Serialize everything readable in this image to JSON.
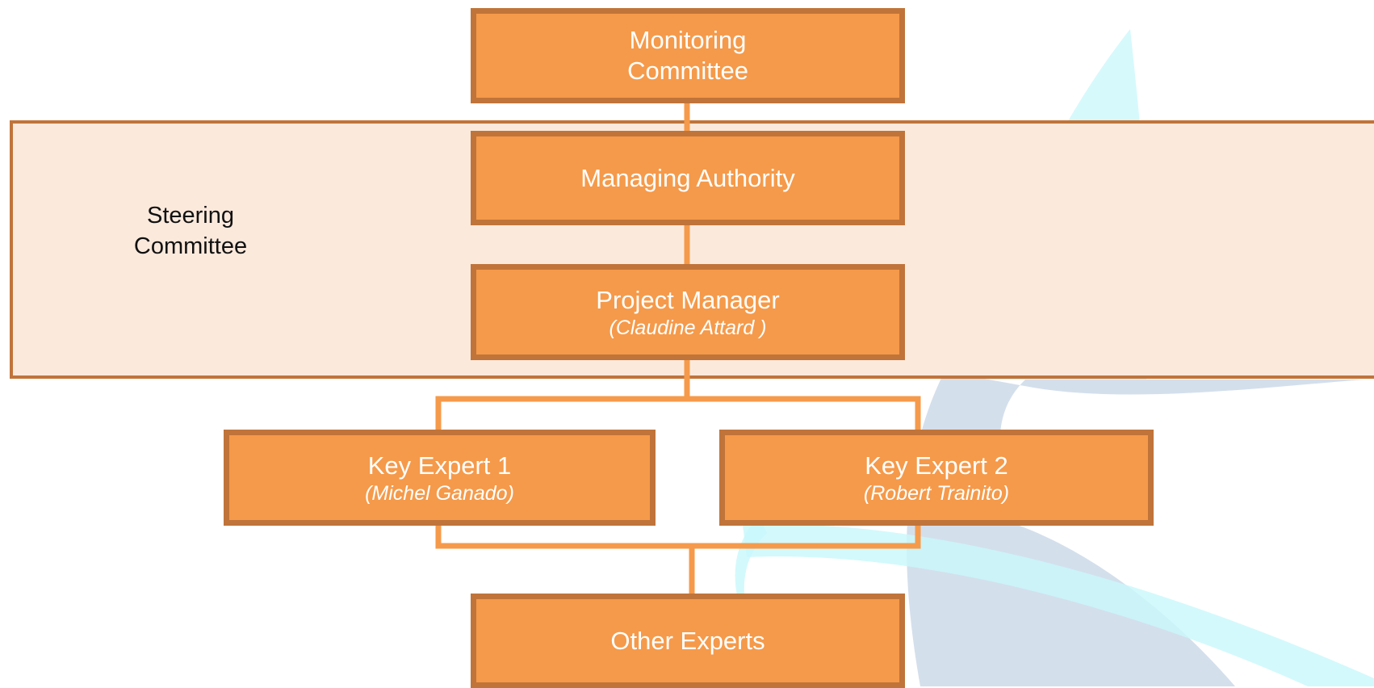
{
  "diagram": {
    "type": "org-chart",
    "steering_group": {
      "label": "Steering\nCommittee"
    },
    "nodes": {
      "monitoring": {
        "title": "Monitoring\nCommittee"
      },
      "managing": {
        "title": "Managing Authority"
      },
      "pm": {
        "title": "Project Manager",
        "subtitle": "(Claudine Attard )"
      },
      "ke1": {
        "title": "Key Expert 1",
        "subtitle": "(Michel Ganado)"
      },
      "ke2": {
        "title": "Key Expert 2",
        "subtitle": "(Robert Trainito)"
      },
      "other": {
        "title": "Other Experts"
      }
    },
    "edges": [
      {
        "from": "Monitoring Committee",
        "to": "Managing Authority"
      },
      {
        "from": "Managing Authority",
        "to": "Project Manager"
      },
      {
        "from": "Project Manager",
        "to": "Key Expert 1"
      },
      {
        "from": "Project Manager",
        "to": "Key Expert 2"
      },
      {
        "from": "Key Expert 1",
        "to": "Other Experts"
      },
      {
        "from": "Key Expert 2",
        "to": "Other Experts"
      }
    ]
  },
  "colors": {
    "node_fill": "#f59a4a",
    "node_border": "#c0743a",
    "connector": "#f59a4a",
    "steering_fill": "#fbe9dc",
    "logo_blue": "#cfdcea",
    "logo_cyan": "#c8f7fb"
  }
}
